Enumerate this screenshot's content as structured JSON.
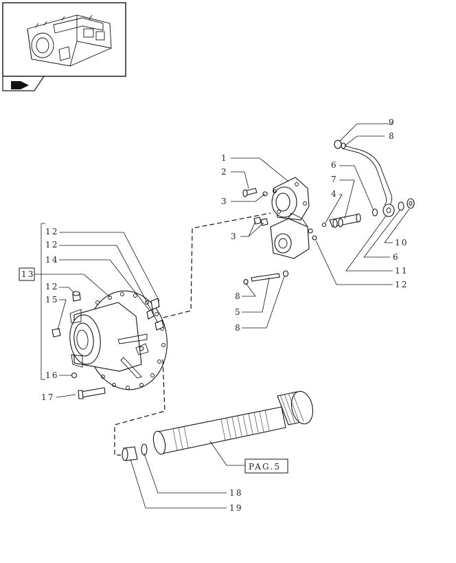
{
  "page_ref": "PAG.5",
  "group_number": "13",
  "callouts": {
    "c1": "1",
    "c2": "2",
    "c3a": "3",
    "c3b": "3",
    "c4": "4",
    "c5": "5",
    "c6a": "6",
    "c6b": "6",
    "c7": "7",
    "c8a": "8",
    "c8b": "8",
    "c8c": "8",
    "c9": "9",
    "c10": "10",
    "c11": "11",
    "c12a": "12",
    "c12b": "12",
    "c12c": "12",
    "c12d": "12",
    "c14": "14",
    "c15": "15",
    "c16": "16",
    "c17": "17",
    "c18": "18",
    "c19": "19"
  }
}
